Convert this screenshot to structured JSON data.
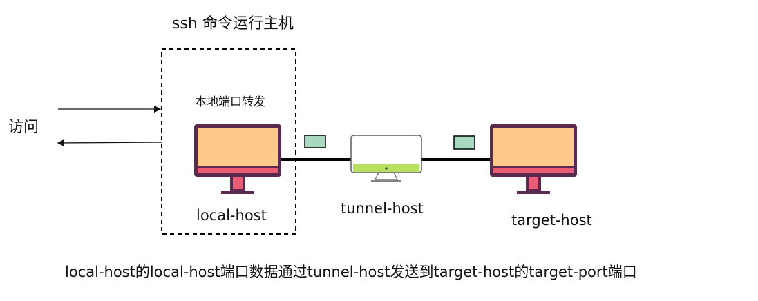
{
  "diagram": {
    "title": "ssh 命令运行主机",
    "local_forward_label": "本地端口转发",
    "visit_label": "访问",
    "local_host_label": "local-host",
    "tunnel_host_label": "tunnel-host",
    "target_host_label": "target-host",
    "description": "local-host的local-host端口数据通过tunnel-host发送到target-host的target-port端口"
  },
  "colors": {
    "monitor_frame": "#5b2a4f",
    "monitor_screen": "#fdc98a",
    "monitor_base": "#e85d75",
    "packet_fill": "#a7d9c0",
    "tunnel_bar": "#b8e060",
    "connection_line": "#000000",
    "dashed_boundary": "#000000"
  },
  "icons": {
    "local_monitor": "monitor-icon",
    "target_monitor": "monitor-icon",
    "tunnel_server": "server-icon",
    "packet": "packet-icon"
  }
}
